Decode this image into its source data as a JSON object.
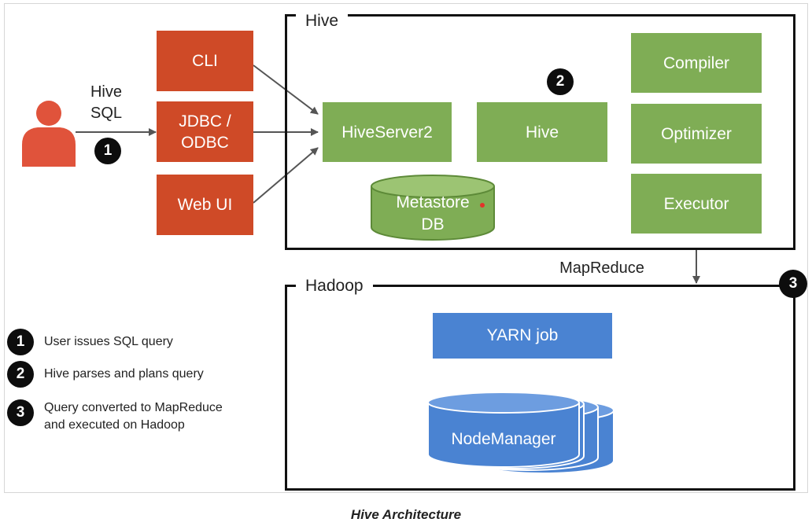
{
  "colors": {
    "client": "#cf4a27",
    "hive_component": "#7fad55",
    "hadoop_component": "#4a83d2",
    "badge": "#0d0d0d"
  },
  "user": {
    "icon": "person-icon",
    "label": "Hive\nSQL",
    "step": "1"
  },
  "clients": {
    "cli": "CLI",
    "jdbc": "JDBC /\nODBC",
    "webui": "Web UI"
  },
  "hive": {
    "title": "Hive",
    "step": "2",
    "hiveserver2": "HiveServer2",
    "hive_box": "Hive",
    "compiler": "Compiler",
    "optimizer": "Optimizer",
    "executor": "Executor",
    "metastore": "Metastore\nDB"
  },
  "connector": {
    "label": "MapReduce",
    "step": "3"
  },
  "hadoop": {
    "title": "Hadoop",
    "yarn": "YARN job",
    "nodemanager": "NodeManager"
  },
  "legend": [
    {
      "num": "1",
      "text": "User issues SQL query"
    },
    {
      "num": "2",
      "text": "Hive parses and plans query"
    },
    {
      "num": "3",
      "text": "Query converted to MapReduce\nand executed on Hadoop"
    }
  ],
  "caption": "Hive Architecture"
}
